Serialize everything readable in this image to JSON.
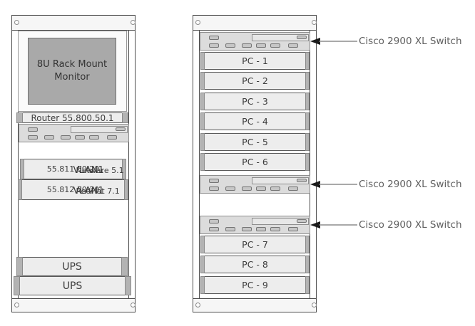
{
  "left_rack": {
    "monitor": {
      "line1": "8U Rack Mount",
      "line2": "Monitor"
    },
    "router": {
      "label": "Router 55.800.50.1"
    },
    "servers": [
      {
        "vlan": "VLAN1",
        "os": "Netware 5.1",
        "ip": "55.811.50.20"
      },
      {
        "vlan": "VLAN1",
        "os": "RedHat 7.1",
        "ip": "55.812.50.20"
      }
    ],
    "ups_units": [
      "UPS",
      "UPS"
    ]
  },
  "right_rack": {
    "pcs": [
      "PC - 1",
      "PC - 2",
      "PC - 3",
      "PC - 4",
      "PC - 5",
      "PC - 6",
      "PC - 7",
      "PC - 8",
      "PC - 9"
    ]
  },
  "annotations": {
    "switch_labels": [
      "Cisco 2900 XL Switch",
      "Cisco 2900 XL Switch",
      "Cisco 2900 XL Switch"
    ]
  },
  "colors": {
    "frame_fill": "#f6f6f6",
    "frame_border": "#4d4d4d",
    "screen_fill": "#a9a9a9",
    "unit_fill": "#ededed",
    "switch_fill": "#dcdcdc",
    "port_fill": "#c6c6c6",
    "arrow_line": "#a9a9a9",
    "arrowhead": "#1a1a1a",
    "annotation_text": "#5f5f5f"
  }
}
